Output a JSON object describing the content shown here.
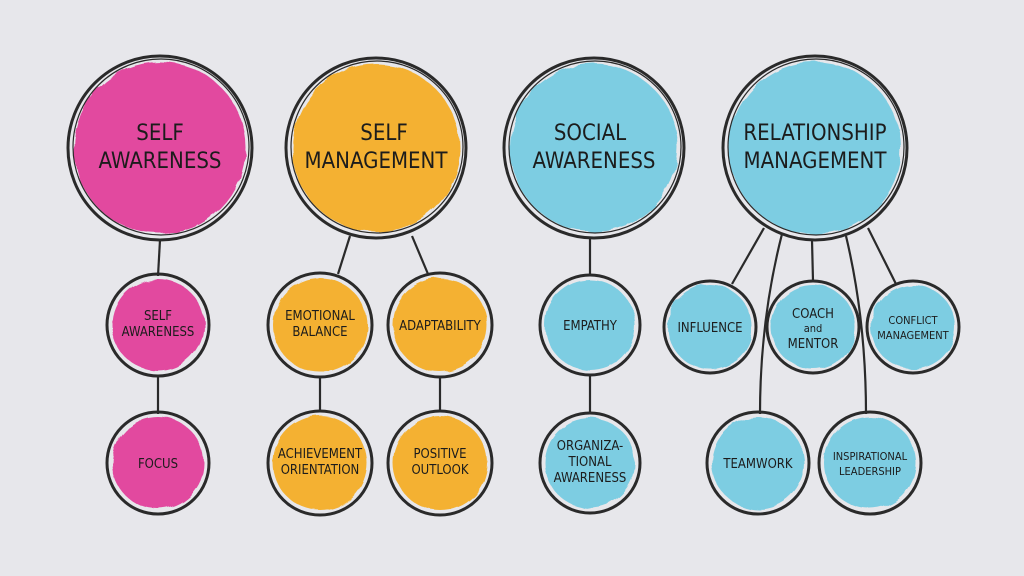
{
  "colors": {
    "background": "#e7e7eb",
    "self_awareness": "#e2489f",
    "self_management": "#f4b130",
    "social_awareness": "#7dcde2",
    "relationship_management": "#7dcde2"
  },
  "groups": [
    {
      "title": [
        "SELF",
        "AWARENESS"
      ],
      "items": [
        [
          "SELF",
          "AWARENESS"
        ],
        [
          "FOCUS"
        ]
      ]
    },
    {
      "title": [
        "SELF",
        "MANAGEMENT"
      ],
      "items": [
        [
          "EMOTIONAL",
          "BALANCE"
        ],
        [
          "ADAPTABILITY"
        ],
        [
          "ACHIEVEMENT",
          "ORIENTATION"
        ],
        [
          "POSITIVE",
          "OUTLOOK"
        ]
      ]
    },
    {
      "title": [
        "SOCIAL",
        "AWARENESS"
      ],
      "items": [
        [
          "EMPATHY"
        ],
        [
          "ORGANIZA-",
          "TIONAL",
          "AWARENESS"
        ]
      ]
    },
    {
      "title": [
        "RELATIONSHIP",
        "MANAGEMENT"
      ],
      "items": [
        [
          "INFLUENCE"
        ],
        [
          "COACH",
          "and",
          "MENTOR"
        ],
        [
          "CONFLICT",
          "MANAGEMENT"
        ],
        [
          "TEAMWORK"
        ],
        [
          "INSPIRATIONAL",
          "LEADERSHIP"
        ]
      ]
    }
  ]
}
